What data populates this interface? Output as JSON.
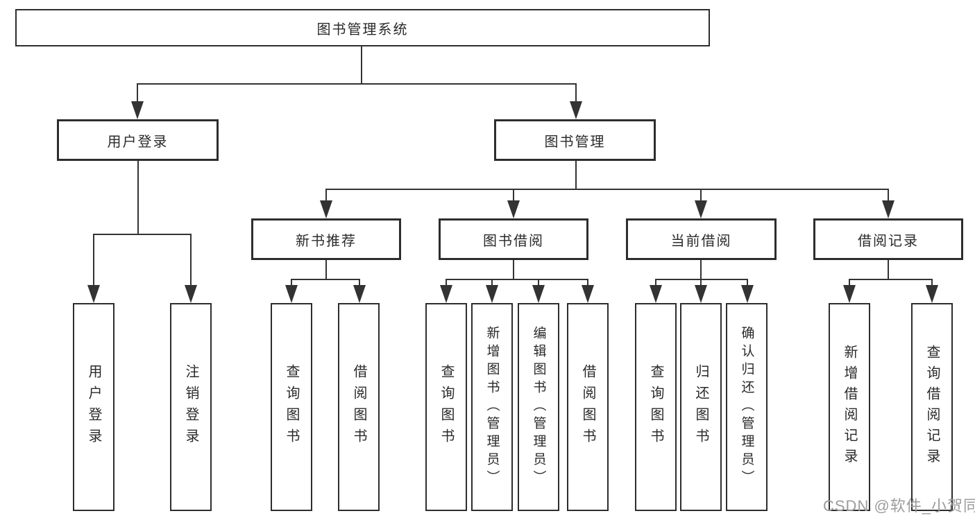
{
  "tree": {
    "root": "图书管理系统",
    "branches": [
      {
        "label": "用户登录",
        "leaves": [
          "用户登录",
          "注销登录"
        ]
      },
      {
        "label": "图书管理",
        "groups": [
          {
            "label": "新书推荐",
            "leaves": [
              "查询图书",
              "借阅图书"
            ]
          },
          {
            "label": "图书借阅",
            "leaves": [
              "查询图书",
              "新增图书（管理员）",
              "编辑图书（管理员）",
              "借阅图书"
            ]
          },
          {
            "label": "当前借阅",
            "leaves": [
              "查询图书",
              "归还图书",
              "确认归还（管理员）"
            ]
          },
          {
            "label": "借阅记录",
            "leaves": [
              "新增借阅记录",
              "查询借阅记录"
            ]
          }
        ]
      }
    ]
  },
  "watermark": "CSDN @软件_小贺同学",
  "colors": {
    "line": "#333333",
    "box_border": "#2d2d2d",
    "text": "#2a2a2a",
    "watermark": "#9c9c9c",
    "background": "#ffffff"
  }
}
